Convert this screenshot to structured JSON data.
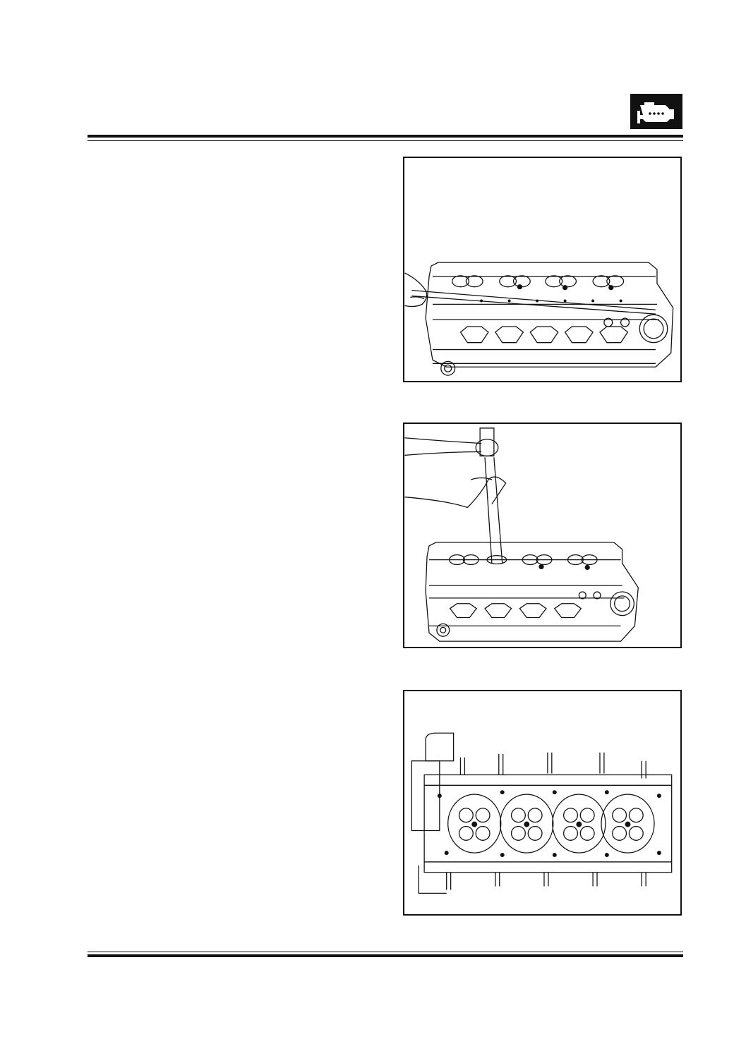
{
  "header": {
    "icon": "engine-icon"
  },
  "figures": [
    {
      "id": "fig1",
      "icon": "cylinder-head-cleaning-illustration"
    },
    {
      "id": "fig2",
      "icon": "valve-removal-hammer-illustration"
    },
    {
      "id": "fig3",
      "icon": "cylinder-head-combustion-face-illustration"
    }
  ]
}
